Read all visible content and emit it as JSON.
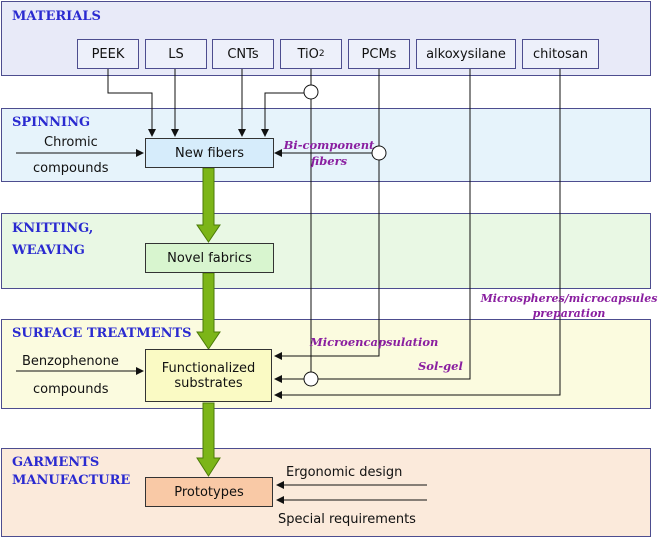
{
  "stages": {
    "materials": "MATERIALS",
    "spinning": "SPINNING",
    "knitting_1": "KNITTING,",
    "knitting_2": "WEAVING",
    "surface": "SURFACE TREATMENTS",
    "garments_1": "GARMENTS",
    "garments_2": "MANUFACTURE"
  },
  "materials": {
    "peek": "PEEK",
    "ls": "LS",
    "cnts": "CNTs",
    "tio2_base": "TiO",
    "tio2_sub": "2",
    "pcms": "PCMs",
    "alkoxysilane": "alkoxysilane",
    "chitosan": "chitosan"
  },
  "process": {
    "new_fibers": "New fibers",
    "novel_fabrics": "Novel fabrics",
    "functionalized_1": "Functionalized",
    "functionalized_2": "substrates",
    "prototypes": "Prototypes"
  },
  "inputs": {
    "chromic_1": "Chromic",
    "chromic_2": "compounds",
    "benzophenone_1": "Benzophenone",
    "benzophenone_2": "compounds",
    "ergonomic": "Ergonomic design",
    "special": "Special requirements"
  },
  "notes": {
    "bicomponent_1": "Bi-component",
    "bicomponent_2": "fibers",
    "microspheres_1": "Microspheres/microcapsules",
    "microspheres_2": "preparation",
    "microencapsulation": "Microencapsulation",
    "solgel": "Sol-gel"
  },
  "colors": {
    "materials_band": "#e8eaf8",
    "spinning_band": "#e6f3fb",
    "knitting_band": "#e9f8e4",
    "surface_band": "#fbfbdf",
    "garments_band": "#fbeadb",
    "arrow_green": "#7cb518"
  }
}
